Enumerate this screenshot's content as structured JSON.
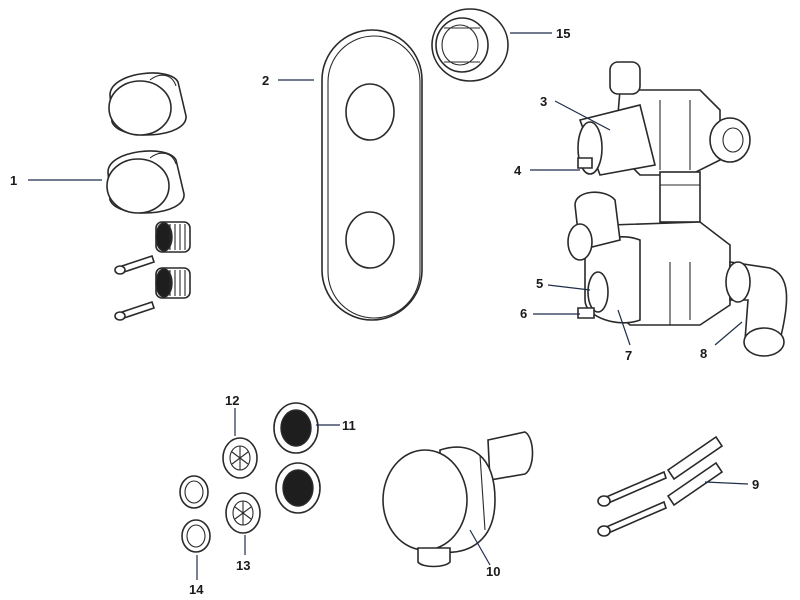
{
  "diagram": {
    "callouts": {
      "c1": "1",
      "c2": "2",
      "c3": "3",
      "c4": "4",
      "c5": "5",
      "c6": "6",
      "c7": "7",
      "c8": "8",
      "c9": "9",
      "c10": "10",
      "c11": "11",
      "c12": "12",
      "c13": "13",
      "c14": "14",
      "c15": "15"
    },
    "colors": {
      "line": "#2a2a2a",
      "leader": "#1f2f4a",
      "background": "#ffffff"
    }
  }
}
